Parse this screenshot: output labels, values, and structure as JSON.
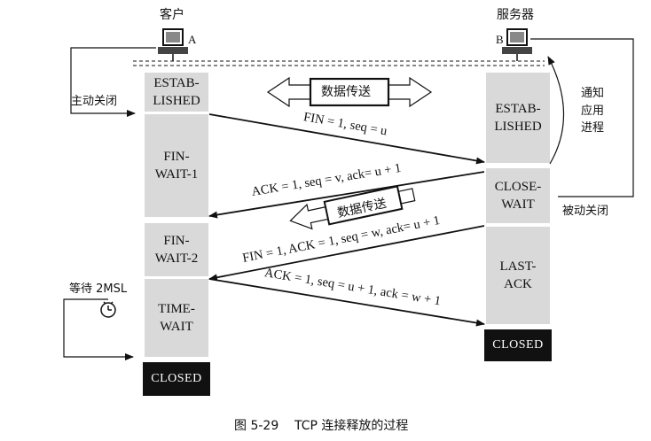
{
  "client": {
    "title": "客户",
    "label": "A"
  },
  "server": {
    "title": "服务器",
    "label": "B"
  },
  "client_states": [
    "ESTAB-\nLISHED",
    "FIN-\nWAIT-1",
    "FIN-\nWAIT-2",
    "TIME-\nWAIT"
  ],
  "server_states": [
    "ESTAB-\nLISHED",
    "CLOSE-\nWAIT",
    "LAST-\nACK"
  ],
  "closed_label": "CLOSED",
  "side_labels": {
    "active_close": "主动关闭",
    "notify_app": "通知\n应用\n进程",
    "passive_close": "被动关闭",
    "wait_2msl": "等待 2MSL"
  },
  "transfer_label": "数据传送",
  "messages": [
    "FIN = 1, seq = u",
    "ACK = 1, seq = v, ack= u + 1",
    "FIN = 1, ACK = 1, seq = w, ack= u + 1",
    "ACK = 1, seq = u + 1, ack = w + 1"
  ],
  "caption": "图 5-29    TCP 连接释放的过程"
}
